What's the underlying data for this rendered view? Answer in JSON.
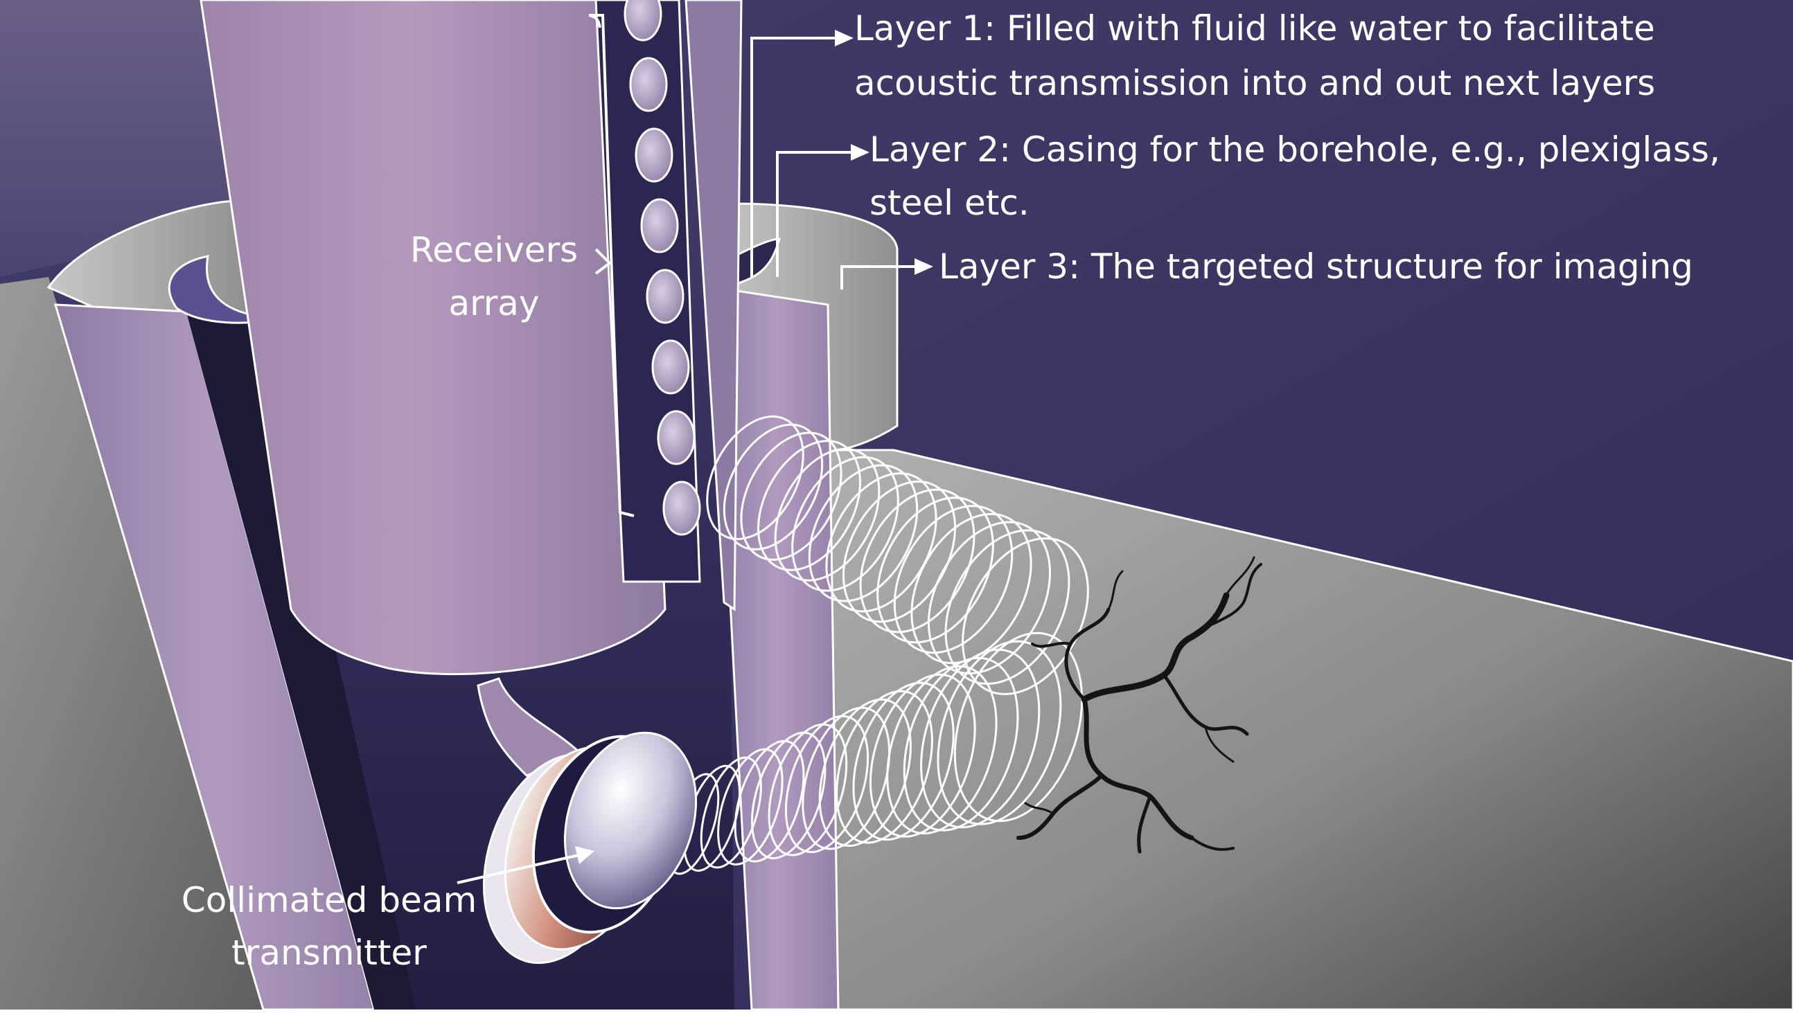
{
  "labels": {
    "layer1_line1": "Layer 1: Filled with fluid like water to facilitate",
    "layer1_line2": "acoustic transmission into and out next layers",
    "layer2_line1": "Layer 2: Casing for the borehole, e.g., plexiglass,",
    "layer2_line2": "steel etc.",
    "layer3": "Layer 3: The targeted structure for imaging",
    "receivers_line1": "Receivers",
    "receivers_line2": "array",
    "transmitter_line1": "Collimated beam",
    "transmitter_line2": "transmitter"
  },
  "colors": {
    "background_wall": "#3e3a62",
    "floor_light": "#a7a7a7",
    "floor_dark": "#474747",
    "casing": "#9a86aa",
    "probe": "#a68aa9",
    "fluid": "#2c2850",
    "outline": "#ffffff",
    "crack": "#141414"
  },
  "icons": {
    "receiver_element": "receiver-disc-icon",
    "wave": "acoustic-wave-ring-icon",
    "crack": "crack-icon",
    "transmitter": "transducer-dome-icon"
  },
  "receivers_count": 8
}
